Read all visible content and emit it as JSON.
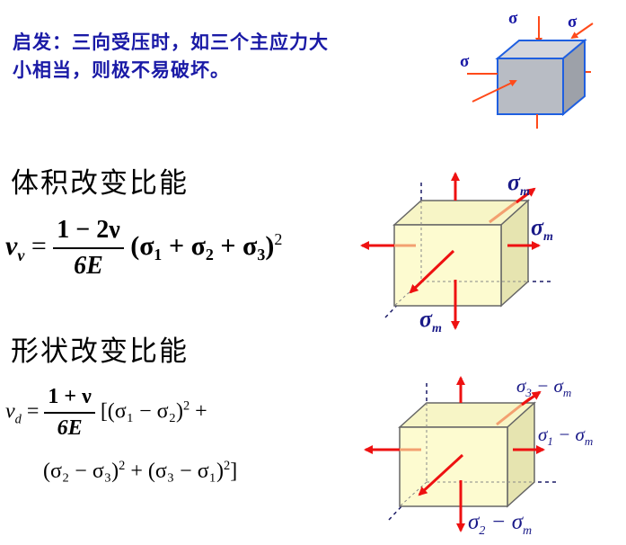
{
  "intro": {
    "line1": "启发：三向受压时，如三个主应力大",
    "line2": "小相当，则极不易破坏。"
  },
  "sections": {
    "volume_title": "体积改变比能",
    "shape_title": "形状改变比能"
  },
  "formula_volume": {
    "lhs": "v",
    "lhs_sub": "v",
    "eq": "=",
    "numerator": "1 − 2ν",
    "denominator": "6E",
    "body": "(σ₁ + σ₂ + σ₃)",
    "power": "2"
  },
  "formula_shape": {
    "lhs": "v",
    "lhs_sub": "d",
    "eq": "=",
    "numerator": "1 + ν",
    "denominator": "6E",
    "line1_body": "[(σ₁ − σ₂)",
    "line1_power": "2",
    "line1_tail": " +",
    "line2_a": "(σ₂ − σ₃)",
    "line2_a_power": "2",
    "line2_mid": " + (σ₃ − σ₁)",
    "line2_b_power": "2",
    "line2_tail": "]"
  },
  "diagram_top": {
    "labels": [
      "σ",
      "σ",
      "σ"
    ],
    "colors": {
      "cube_face": "#b8bcc4",
      "cube_edge": "#1f5fe0",
      "arrow": "#ff4a1a"
    }
  },
  "diagram_mid": {
    "labels": {
      "top": "σ",
      "top_sub": "m",
      "right": "σ",
      "right_sub": "m",
      "bottom": "σ",
      "bottom_sub": "m"
    },
    "colors": {
      "cube_face": "#fdfbd0",
      "cube_side": "#ecebb8",
      "arrow": "#ee1111"
    }
  },
  "diagram_bot": {
    "labels": {
      "top": "σ",
      "top_sub": "3",
      "top_rest": " − σ",
      "top_rest_sub": "m",
      "right": "σ",
      "right_sub": "1",
      "right_rest": " − σ",
      "right_rest_sub": "m",
      "bottom": "σ",
      "bottom_sub": "2",
      "bottom_rest": " − σ",
      "bottom_rest_sub": "m"
    },
    "colors": {
      "cube_face": "#fdfbd0",
      "cube_side": "#ecebb8",
      "arrow": "#ee1111"
    }
  }
}
